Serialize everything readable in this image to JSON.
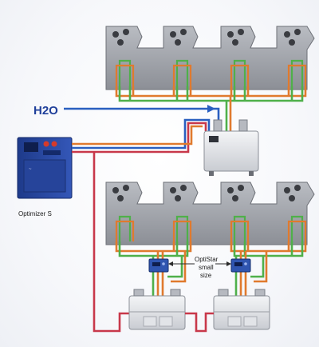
{
  "labels": {
    "water": "H2O",
    "optimizer": "Optimizer S",
    "optistar_line1": "OptiStar",
    "optistar_line2": "small",
    "optistar_line3": "size"
  },
  "colors": {
    "water_line": "#2a5fc0",
    "return_line": "#c8384a",
    "green_line": "#4fb04a",
    "orange_line": "#e07a2e",
    "press_body": "#9a9da4",
    "optimizer_body": "#2c4aa0",
    "regulator_body": "#2f55b0"
  },
  "icons": {
    "press_unit": "printing-unit-icon",
    "chiller": "chiller-unit-icon",
    "optimizer": "optimizer-cabinet-icon",
    "regulator": "optistar-controller-icon"
  }
}
